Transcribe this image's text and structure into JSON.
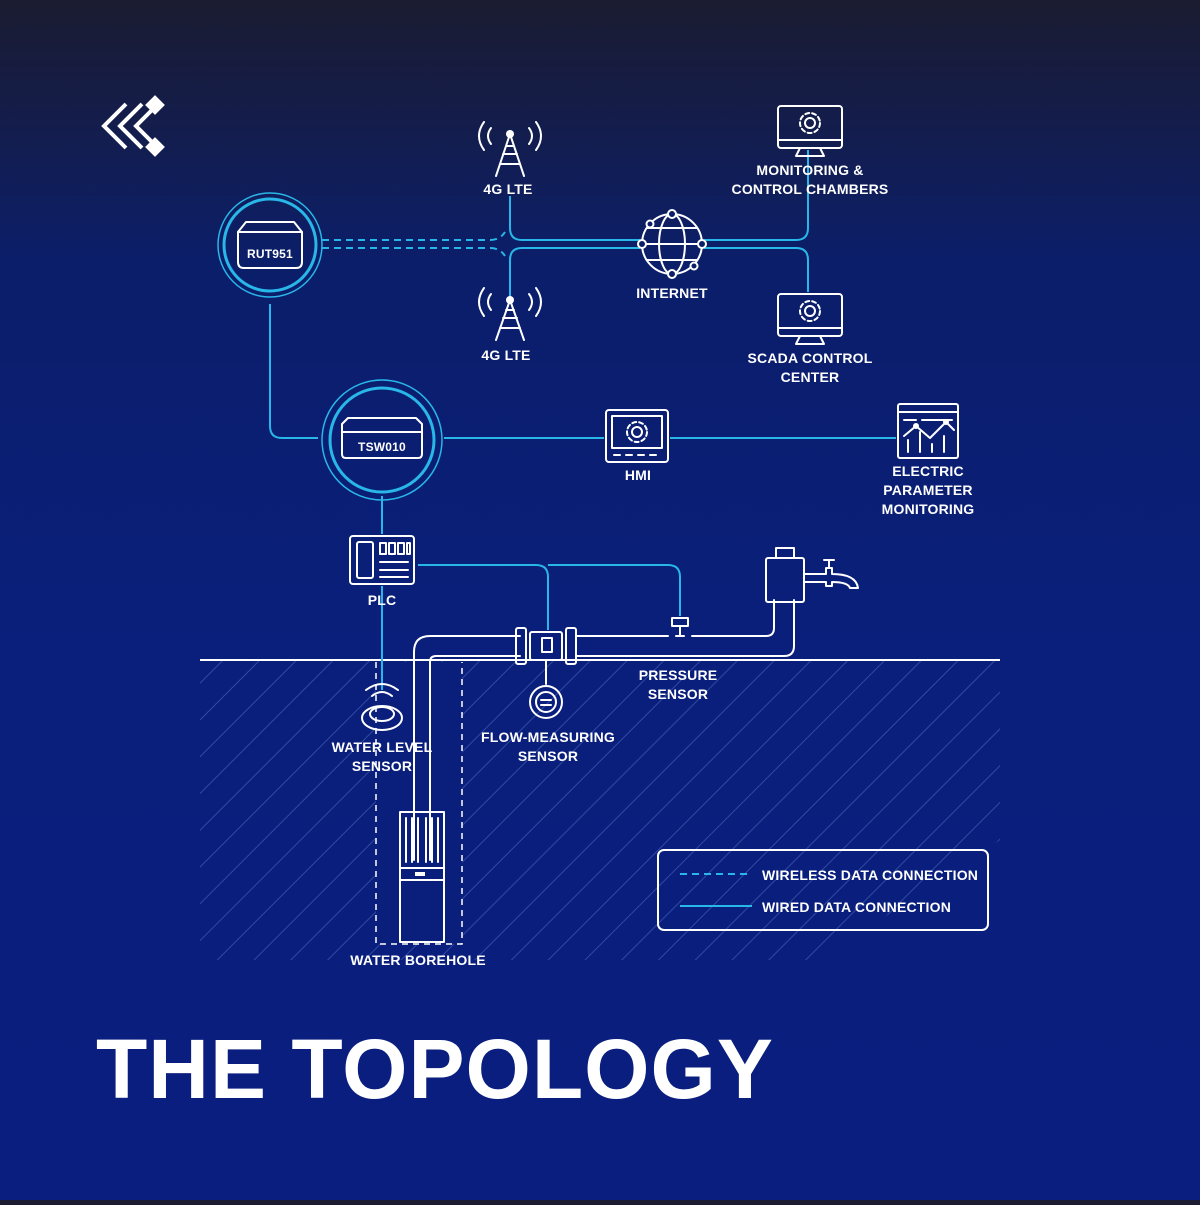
{
  "title": "THE TOPOLOGY",
  "nodes": {
    "rut951": "RUT951",
    "tsw010": "TSW010",
    "lte_top": "4G LTE",
    "lte_bottom": "4G LTE",
    "internet": "INTERNET",
    "monitoring_line1": "MONITORING &",
    "monitoring_line2": "CONTROL CHAMBERS",
    "scada_line1": "SCADA CONTROL",
    "scada_line2": "CENTER",
    "hmi": "HMI",
    "electric_line1": "ELECTRIC",
    "electric_line2": "PARAMETER",
    "electric_line3": "MONITORING",
    "plc": "PLC",
    "water_level_line1": "WATER LEVEL",
    "water_level_line2": "SENSOR",
    "flow_line1": "FLOW-MEASURING",
    "flow_line2": "SENSOR",
    "pressure_line1": "PRESSURE",
    "pressure_line2": "SENSOR",
    "borehole": "WATER BOREHOLE"
  },
  "legend": {
    "wireless": "WIRELESS DATA CONNECTION",
    "wired": "WIRED DATA CONNECTION"
  },
  "colors": {
    "accent": "#29b6e8",
    "background_top": "#1b1c31",
    "background_bottom": "#0a1f7c",
    "foreground": "#ffffff"
  },
  "icons": [
    "brand-logo-icon",
    "router-icon",
    "switch-icon",
    "cell-tower-icon",
    "globe-icon",
    "monitor-gear-icon",
    "hmi-panel-icon",
    "chart-dashboard-icon",
    "plc-icon",
    "water-level-sensor-icon",
    "flow-meter-icon",
    "pressure-sensor-icon",
    "valve-faucet-icon",
    "submersible-pump-icon"
  ]
}
